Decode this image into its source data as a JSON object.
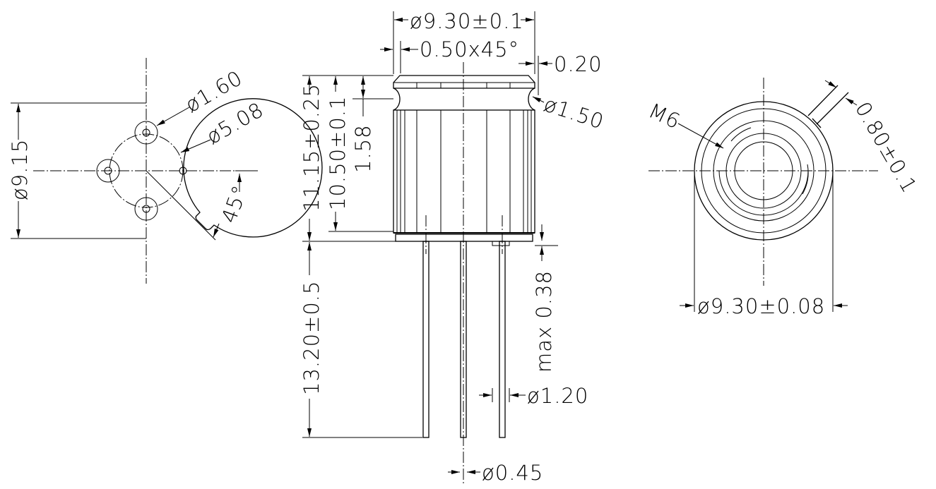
{
  "left_view": {
    "dia_body": "ø9.15",
    "dia_pin": "ø1.60",
    "dia_pcd": "ø5.08",
    "angle": "45°"
  },
  "front_view": {
    "dia_top": "ø9.30±0.1",
    "chamfer": "0.50x45°",
    "step": "0.20",
    "groove": "ø1.50",
    "height_total": "11.15±0.25",
    "height_body": "10.50±0.1",
    "groove_pos": "1.58",
    "lead_length": "13.20±0.5",
    "base_thk": "max  0.38",
    "dia_lead_big": "ø1.20",
    "dia_lead": "ø0.45"
  },
  "right_view": {
    "thread": "M6",
    "tab": "0.80±0.1",
    "dia": "ø9.30±0.08"
  }
}
